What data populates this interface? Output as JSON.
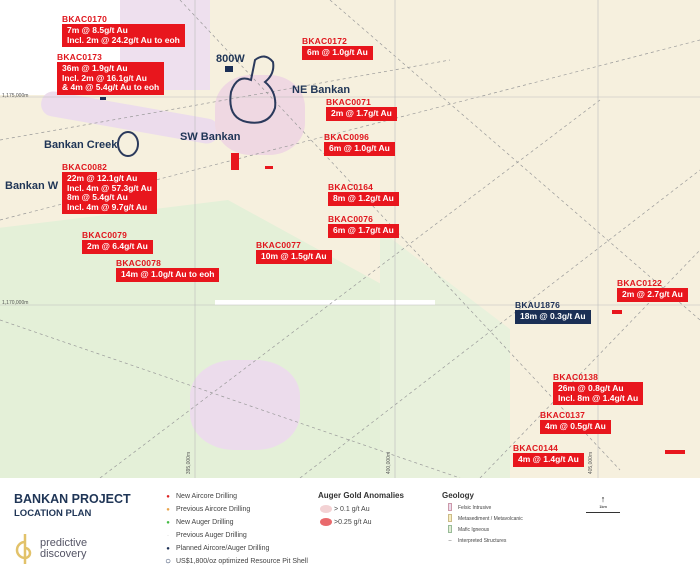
{
  "map": {
    "places": [
      "800W",
      "NE Bankan",
      "SW Bankan",
      "Bankan Creek",
      "Bankan W"
    ],
    "coords": {
      "n1": "1,175,000m",
      "n2": "1,170,000m",
      "e1": "395,000m",
      "e2": "400,000m",
      "e3": "405,000m"
    },
    "labels": [
      {
        "id": "BKAC0170",
        "lines": [
          "7m @ 8.5g/t Au",
          "Incl. 2m @ 24.2g/t Au to eoh"
        ]
      },
      {
        "id": "BKAC0173",
        "lines": [
          "36m @ 1.9g/t Au",
          "Incl. 2m @ 16.1g/t Au",
          "& 4m @ 5.4g/t Au to eoh"
        ]
      },
      {
        "id": "BKAC0172",
        "lines": [
          "6m @ 1.0g/t Au"
        ]
      },
      {
        "id": "BKAC0071",
        "lines": [
          "2m @ 1.7g/t Au"
        ]
      },
      {
        "id": "BKAC0096",
        "lines": [
          "6m @ 1.0g/t Au"
        ]
      },
      {
        "id": "BKAC0082",
        "lines": [
          "22m @ 12.1g/t Au",
          "Incl. 4m @ 57.3g/t Au",
          "8m @ 5.4g/t Au",
          "Incl. 4m @ 9.7g/t Au"
        ]
      },
      {
        "id": "BKAC0164",
        "lines": [
          "8m @ 1.2g/t Au"
        ]
      },
      {
        "id": "BKAC0076",
        "lines": [
          "6m @ 1.7g/t Au"
        ]
      },
      {
        "id": "BKAC0079",
        "lines": [
          "2m @ 6.4g/t Au"
        ]
      },
      {
        "id": "BKAC0077",
        "lines": [
          "10m @ 1.5g/t Au"
        ]
      },
      {
        "id": "BKAC0078",
        "lines": [
          "14m @ 1.0g/t Au to eoh"
        ]
      },
      {
        "id": "BKAC0122",
        "lines": [
          "2m @ 2.7g/t Au"
        ]
      },
      {
        "id": "BKAU1876",
        "lines": [
          "18m @ 0.3g/t Au"
        ]
      },
      {
        "id": "BKAC0138",
        "lines": [
          "26m @ 0.8g/t Au",
          "Incl. 8m @ 1.4g/t Au"
        ]
      },
      {
        "id": "BKAC0137",
        "lines": [
          "4m @ 0.5g/t Au"
        ]
      },
      {
        "id": "BKAC0144",
        "lines": [
          "4m @ 1.4g/t Au"
        ]
      }
    ]
  },
  "title": {
    "line1": "BANKAN PROJECT",
    "line2": "LOCATION PLAN"
  },
  "logo": {
    "text1": "predictive",
    "text2": "discovery"
  },
  "legend_drilling": [
    "New Aircore Drilling",
    "Previous Aircore Drilling",
    "New Auger Drilling",
    "Previous Auger Drilling",
    "Planned Aircore/Auger Drilling",
    "US$1,800/oz optimized Resource Pit Shell"
  ],
  "legend_auger": {
    "title": "Auger Gold Anomalies",
    "items": [
      "> 0.1 g/t Au",
      ">0.25 g/t Au"
    ]
  },
  "legend_geology": {
    "title": "Geology",
    "items": [
      "Felsic Intrusive",
      "Metasediment / Metavolcanic",
      "Mafic Igneous",
      "Interpreted Structures"
    ]
  },
  "scale": {
    "label": "1km"
  },
  "colors": {
    "red": "#e8161d",
    "navy": "#1b2f55",
    "cream": "#f6f0de",
    "green": "#e2eed5",
    "pink": "#eddcec"
  }
}
